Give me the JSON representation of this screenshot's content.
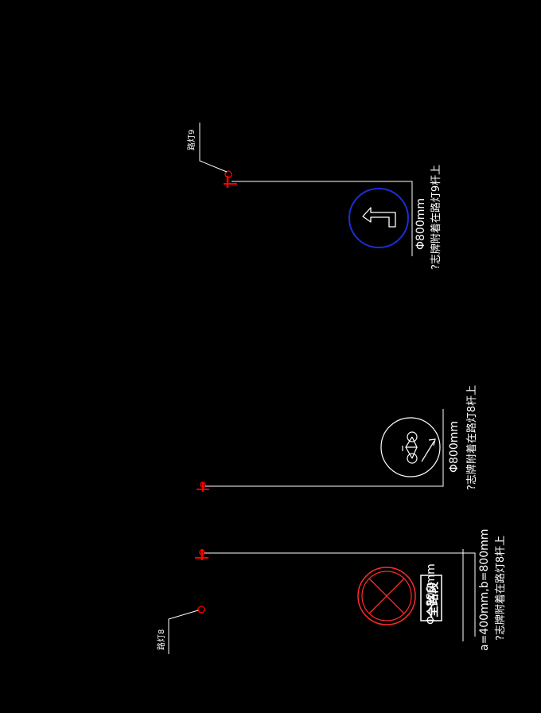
{
  "colors": {
    "background": "#000000",
    "line": "#ffffff",
    "pole_marker": "#ff0000",
    "mandatory_sign_ring": "#1a2fd6",
    "prohibition_sign": "#ff2a2a"
  },
  "labels": {
    "lamp9": "路灯9",
    "lamp8": "路灯8"
  },
  "signs": {
    "right_turn": {
      "icon": "right-turn-arrow-icon",
      "size": "Φ800mm",
      "note": "?志牌附着在路灯9杆上"
    },
    "bicycle": {
      "icon": "bicycle-icon",
      "size": "Φ800mm",
      "note": "?志牌附着在路灯8杆上"
    },
    "no_stopping": {
      "icon": "no-stopping-icon",
      "plate_text": "全路段",
      "size_circle": "Φ=800mm",
      "size_rect": "a=400mm,b=800mm",
      "note": "?志牌附着在路灯8杆上"
    }
  }
}
